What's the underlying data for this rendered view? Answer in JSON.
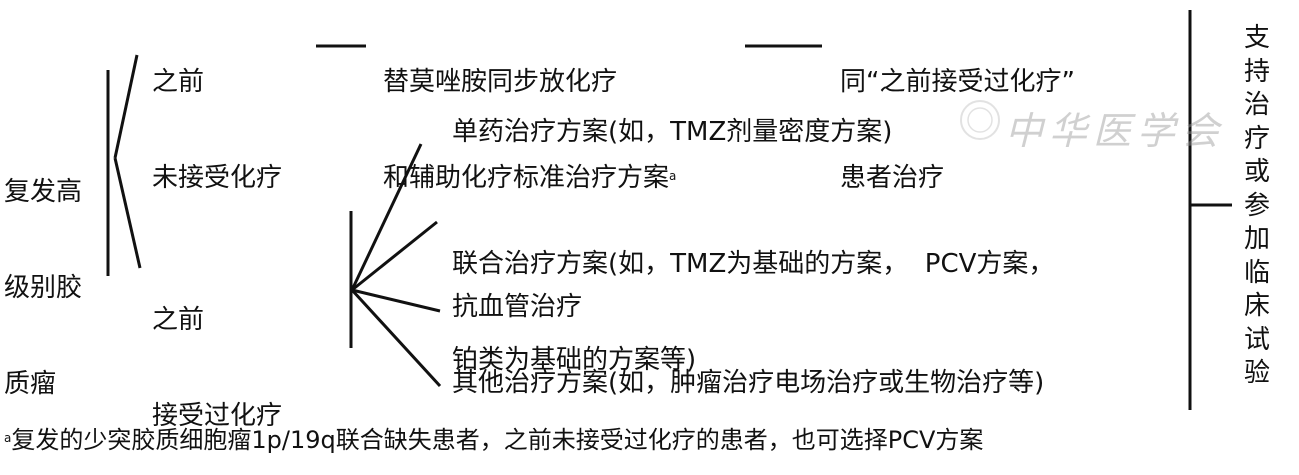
{
  "root": {
    "lines": [
      "复发高",
      "级别胶",
      "质瘤"
    ]
  },
  "branch_untreated": {
    "lines": [
      "之前",
      "未接受化疗"
    ]
  },
  "untreated_regimen": {
    "line1": "替莫唑胺同步放化疗",
    "line2": "和辅助化疗标准治疗方案",
    "footnote_mark": "a"
  },
  "untreated_followup": {
    "line1": "同“之前接受过化疗”",
    "line2": "患者治疗"
  },
  "branch_treated": {
    "lines": [
      "之前",
      "接受过化疗"
    ]
  },
  "treated_options": [
    {
      "line1": "单药治疗方案(如，TMZ剂量密度方案)"
    },
    {
      "line1": "联合治疗方案(如，TMZ为基础的方案，  PCV方案，",
      "line2": "铂类为基础的方案等)"
    },
    {
      "line1": "抗血管治疗"
    },
    {
      "line1": "其他治疗方案(如，肿瘤治疗电场治疗或生物治疗等)"
    }
  ],
  "outcome": "支持治疗或参加临床试验",
  "footnote": {
    "mark": "a",
    "text": "复发的少突胶质细胞瘤1p/19q联合缺失患者，之前未接受过化疗的患者，也可选择PCV方案"
  },
  "watermark": "中华医学会"
}
